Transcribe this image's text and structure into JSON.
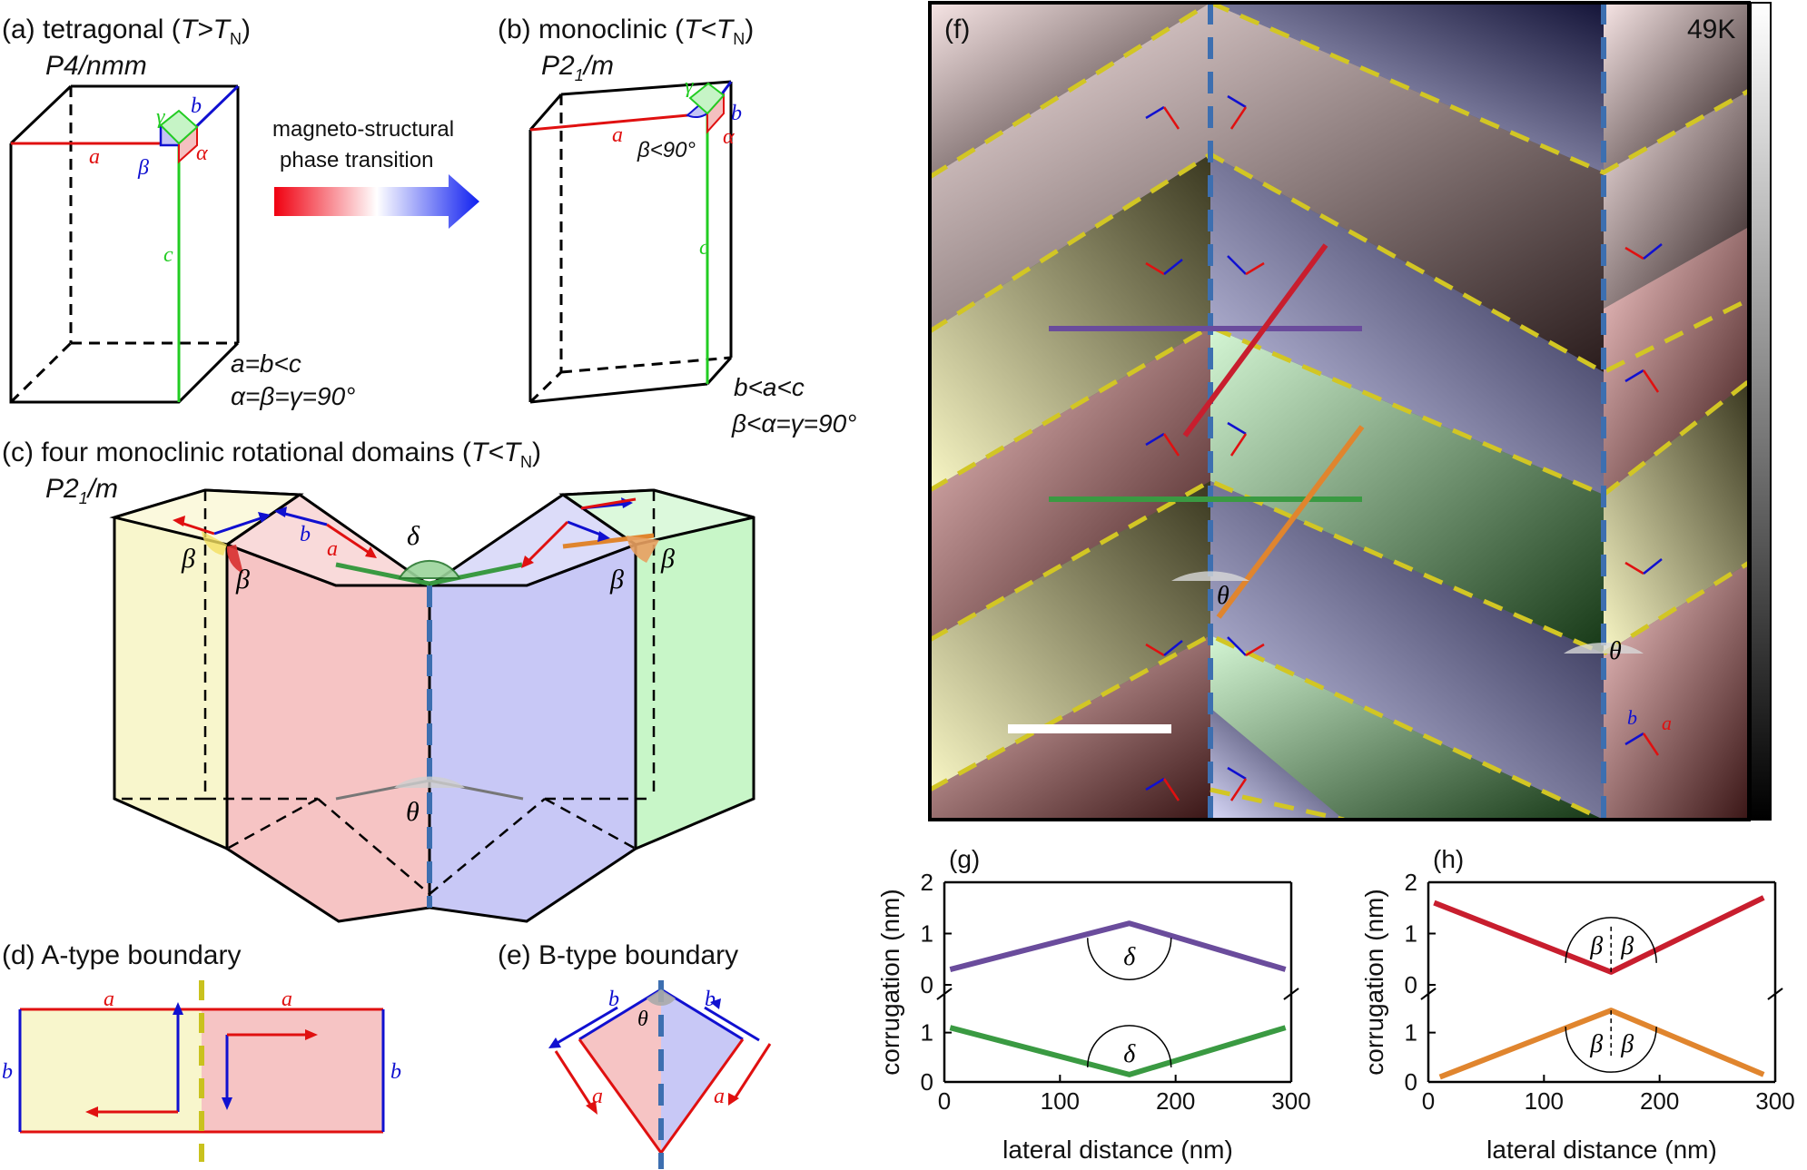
{
  "panel_a": {
    "label": "(a) tetragonal (",
    "cond": "T>T",
    "sub": "N",
    "close": ")",
    "group": "P4/nmm",
    "edge_a": "a",
    "edge_b": "b",
    "edge_c": "c",
    "ang_alpha": "α",
    "ang_beta": "β",
    "ang_gamma": "γ",
    "rel1": "a=b<c",
    "rel2": "α=β=γ=90°"
  },
  "arrow": {
    "line1": "magneto-structural",
    "line2": "phase transition"
  },
  "panel_b": {
    "label": "(b) monoclinic (",
    "cond": "T<T",
    "sub": "N",
    "close": ")",
    "group_main": "P2",
    "group_sub": "1",
    "group_end": "/m",
    "edge_a": "a",
    "edge_b": "b",
    "edge_c": "c",
    "ang_alpha": "α",
    "ang_gamma": "γ",
    "beta_note": "β<90°",
    "rel1": "b<a<c",
    "rel2": "β<α=γ=90°"
  },
  "panel_c": {
    "label": "(c) four monoclinic rotational domains (",
    "cond": "T<T",
    "sub": "N",
    "close": ")",
    "group_main": "P2",
    "group_sub": "1",
    "group_end": "/m",
    "b": "b",
    "a": "a",
    "beta": "β",
    "delta": "δ",
    "theta": "θ"
  },
  "panel_d": {
    "label": "(d) A-type boundary",
    "a": "a",
    "b": "b"
  },
  "panel_e": {
    "label": "(e) B-type boundary",
    "a": "a",
    "b": "b",
    "theta": "θ"
  },
  "panel_f": {
    "label": "(f)",
    "temperature": "49K",
    "theta": "θ",
    "b": "b",
    "a": "a",
    "colors": {
      "yellow": "#f2f0c0",
      "pink": "#f4c0c0",
      "blue": "#c4c4f4",
      "green": "#c6f4c6"
    }
  },
  "chart_data": [
    {
      "panel": "(g)",
      "type": "line",
      "xlabel": "lateral distance (nm)",
      "ylabel": "corrugation (nm)",
      "xlim": [
        0,
        300
      ],
      "x_ticks": [
        "0",
        "100",
        "200",
        "300"
      ],
      "y_ticks_upper": [
        "0",
        "1",
        "2"
      ],
      "y_ticks_lower": [
        "0",
        "1"
      ],
      "angle_label": "δ",
      "series": [
        {
          "color": "#6a4c9c",
          "x": [
            5,
            160,
            295
          ],
          "y": [
            0.3,
            1.2,
            0.3
          ]
        },
        {
          "color": "#3a9a42",
          "x": [
            5,
            160,
            295
          ],
          "y": [
            1.1,
            0.15,
            1.1
          ]
        }
      ]
    },
    {
      "panel": "(h)",
      "type": "line",
      "xlabel": "lateral distance (nm)",
      "ylabel": "corrugation (nm)",
      "xlim": [
        0,
        300
      ],
      "x_ticks": [
        "0",
        "100",
        "200",
        "300"
      ],
      "y_ticks_upper": [
        "0",
        "1",
        "2"
      ],
      "y_ticks_lower": [
        "0",
        "1"
      ],
      "angle_label": "β",
      "series": [
        {
          "color": "#c81e2e",
          "x": [
            5,
            158,
            290
          ],
          "y": [
            1.6,
            0.25,
            1.7
          ]
        },
        {
          "color": "#e0852e",
          "x": [
            10,
            158,
            290
          ],
          "y": [
            0.1,
            1.45,
            0.15
          ]
        }
      ]
    }
  ]
}
